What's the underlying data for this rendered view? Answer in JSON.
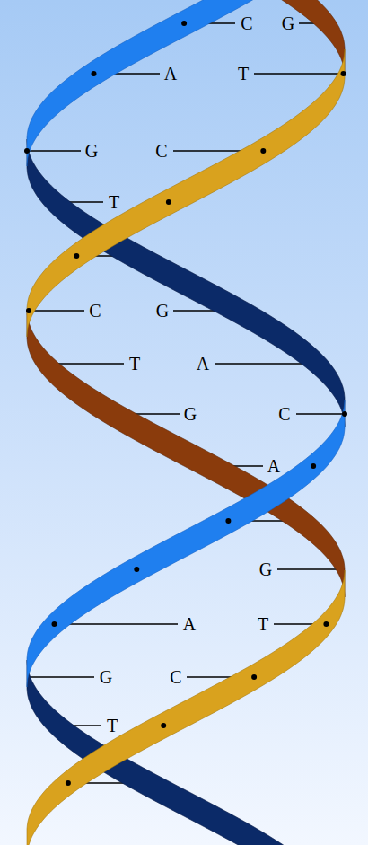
{
  "diagram": {
    "labels": [
      "C",
      "G",
      "A",
      "T",
      "G",
      "C",
      "T",
      "C",
      "G",
      "T",
      "A",
      "G",
      "C",
      "A",
      "G",
      "A",
      "T",
      "G",
      "C",
      "T"
    ]
  }
}
